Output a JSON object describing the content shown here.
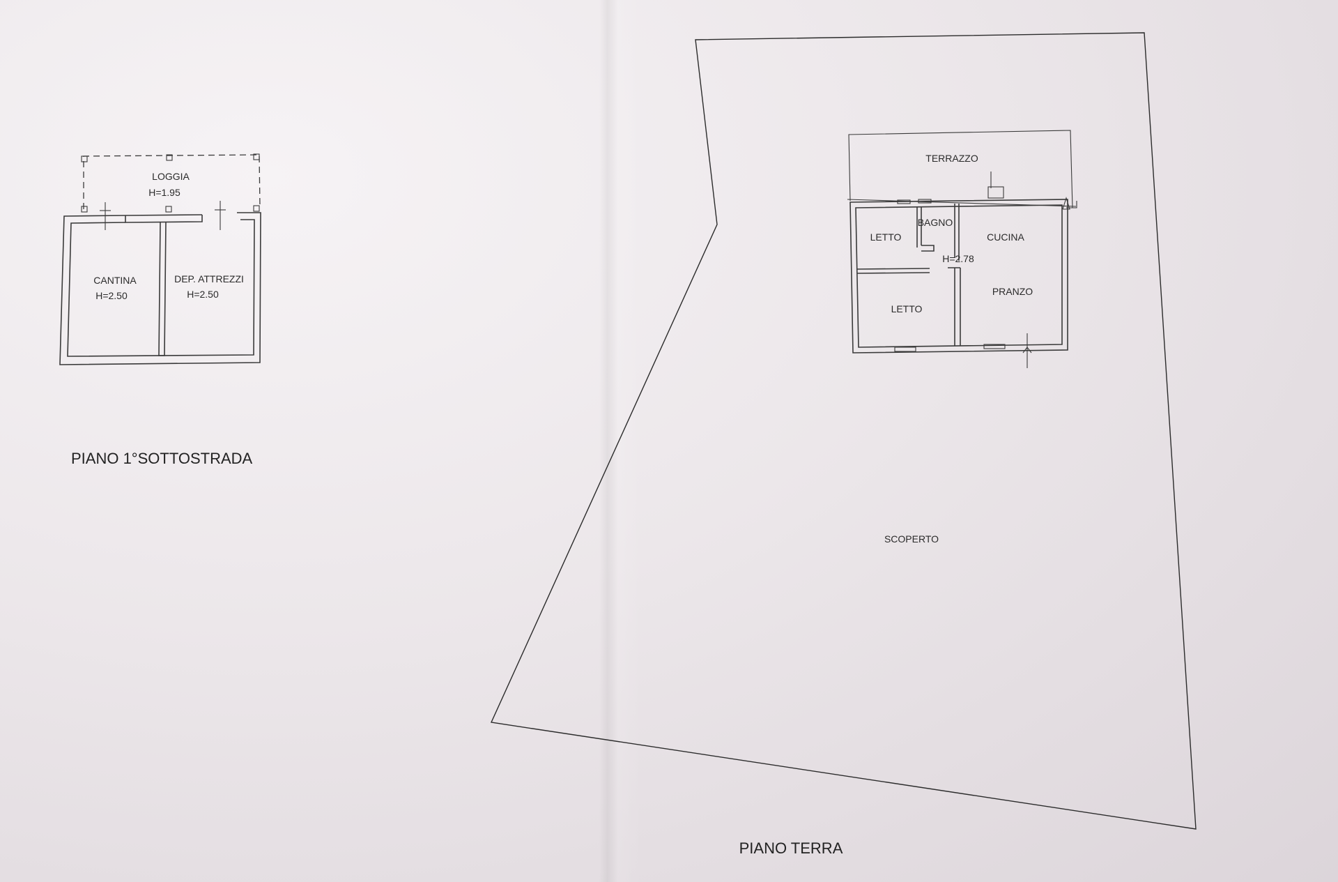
{
  "plans": {
    "basement": {
      "title": "PIANO 1°SOTTOSTRADA",
      "rooms": [
        {
          "name": "LOGGIA",
          "height": "H=1.95"
        },
        {
          "name": "CANTINA",
          "height": "H=2.50"
        },
        {
          "name": "DEP. ATTREZZI",
          "height": "H=2.50"
        }
      ]
    },
    "ground": {
      "title": "PIANO TERRA",
      "lot_label": "SCOPERTO",
      "height": "H=2.78",
      "rooms": [
        {
          "name": "TERRAZZO"
        },
        {
          "name": "LETTO"
        },
        {
          "name": "BAGNO"
        },
        {
          "name": "CUCINA"
        },
        {
          "name": "LETTO"
        },
        {
          "name": "PRANZO"
        }
      ]
    }
  }
}
